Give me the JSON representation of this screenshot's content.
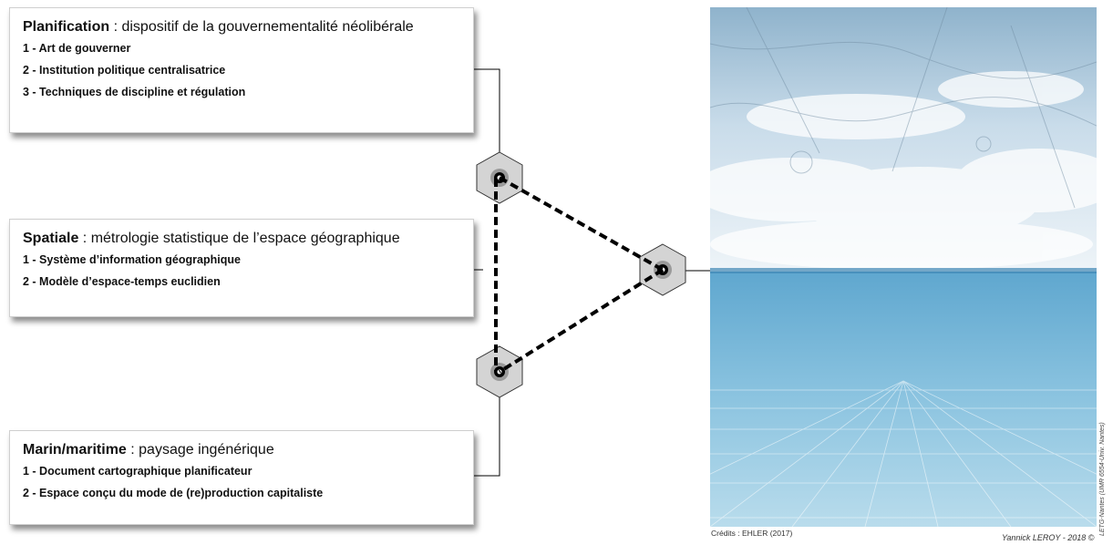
{
  "boxes": [
    {
      "title": "Planification",
      "subtitle": " : dispositif de la gouvernementalité néolibérale",
      "items": [
        "1 - Art de gouverner",
        "2 - Institution politique centralisatrice",
        "3 - Techniques de discipline et régulation"
      ]
    },
    {
      "title": "Spatiale",
      "subtitle": " : métrologie statistique de l’espace géographique",
      "items": [
        "1 - Système d’information géographique",
        "2 - Modèle d’espace-temps euclidien"
      ]
    },
    {
      "title": "Marin/maritime",
      "subtitle": " : paysage ingénérique",
      "items": [
        "1 - Document cartographique planificateur",
        "2 - Espace conçu du mode de (re)production capitaliste"
      ]
    }
  ],
  "credits": {
    "photo": "Crédits : EHLER (2017)",
    "author": "Yannick LEROY - 2018 ©",
    "institution": "LETG-Nantes (UMR 6554-Univ. Nantes)"
  },
  "colors": {
    "hexagon_fill": "#d4d4d4",
    "connector": "#000000",
    "sky": "#c9dcea",
    "water": "#5fa7cf"
  }
}
